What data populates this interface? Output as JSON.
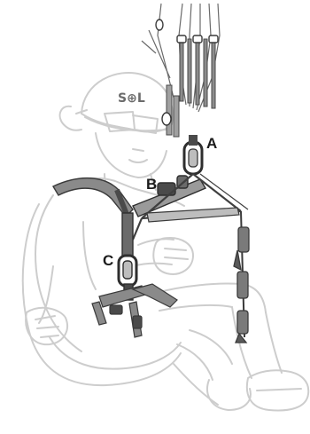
{
  "figure": {
    "callouts": [
      {
        "id": "A",
        "label": "A"
      },
      {
        "id": "B",
        "label": "B"
      },
      {
        "id": "C",
        "label": "C"
      }
    ],
    "helmet_logo": "S⊕L",
    "colors": {
      "outline": "#c9c9c9",
      "strap": "#5a5a5a",
      "strap_dark": "#2e2e2e",
      "carabiner": "#3a3a3a",
      "label": "#1b1b1b"
    }
  }
}
